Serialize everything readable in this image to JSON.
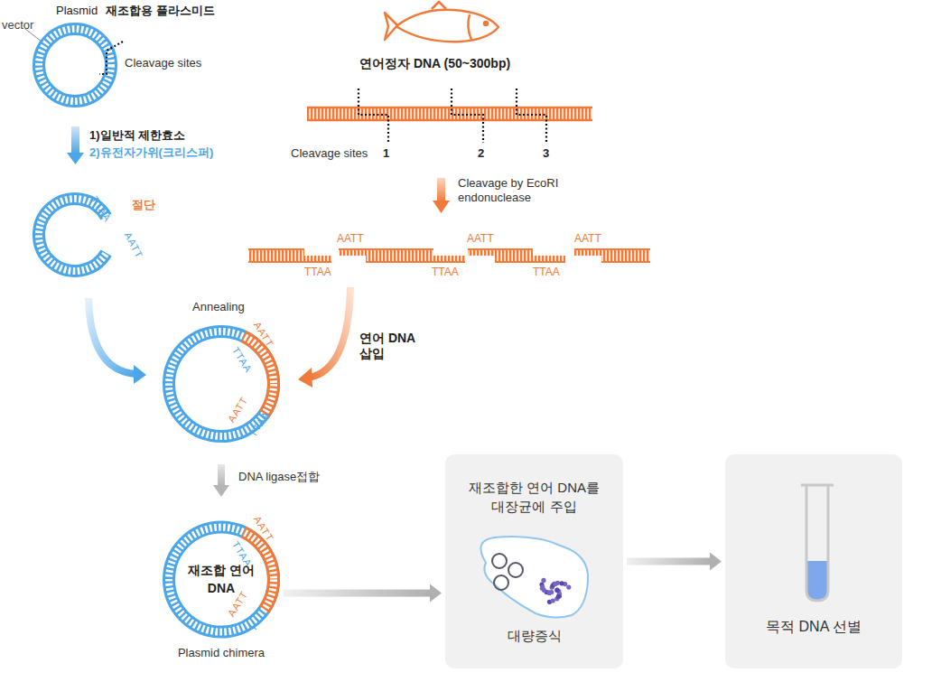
{
  "diagram": {
    "nodes": [
      {
        "text": [
          "재조합 연어DNA",
          "Plasmid chimera"
        ]
      },
      {
        "text": [
          "재조합한 연어 DNA를 대장균에 주입",
          "대량증식"
        ]
      },
      {
        "text": [
          "목적 DNA 선별"
        ]
      }
    ],
    "edges": [
      {
        "from": 0,
        "to": 1,
        "arrow": "to"
      },
      {
        "from": 1,
        "to": 2,
        "arrow": "to"
      }
    ],
    "labels": [
      "Plasmid",
      "재조합용 플라스미드",
      "vector",
      "Cleavage sites",
      "1)일반적 제한효소",
      "2)유전자가위(크리스퍼)",
      "TTAA",
      "AATT",
      "절단",
      "연어정자 DNA (50~300bp)",
      "Cleavage sites",
      "1",
      "2",
      "3",
      "Cleavage by EcoRI endonuclease",
      "AATT",
      "AATT",
      "AATT",
      "TTAA",
      "TTAA",
      "TTAA",
      "Annealing",
      "연어 DNA 삽입",
      "AATT",
      "TTAA",
      "AATT",
      "TTAA",
      "DNA ligase접합",
      "AATT",
      "TTAA",
      "AATT",
      "TTAA"
    ]
  }
}
